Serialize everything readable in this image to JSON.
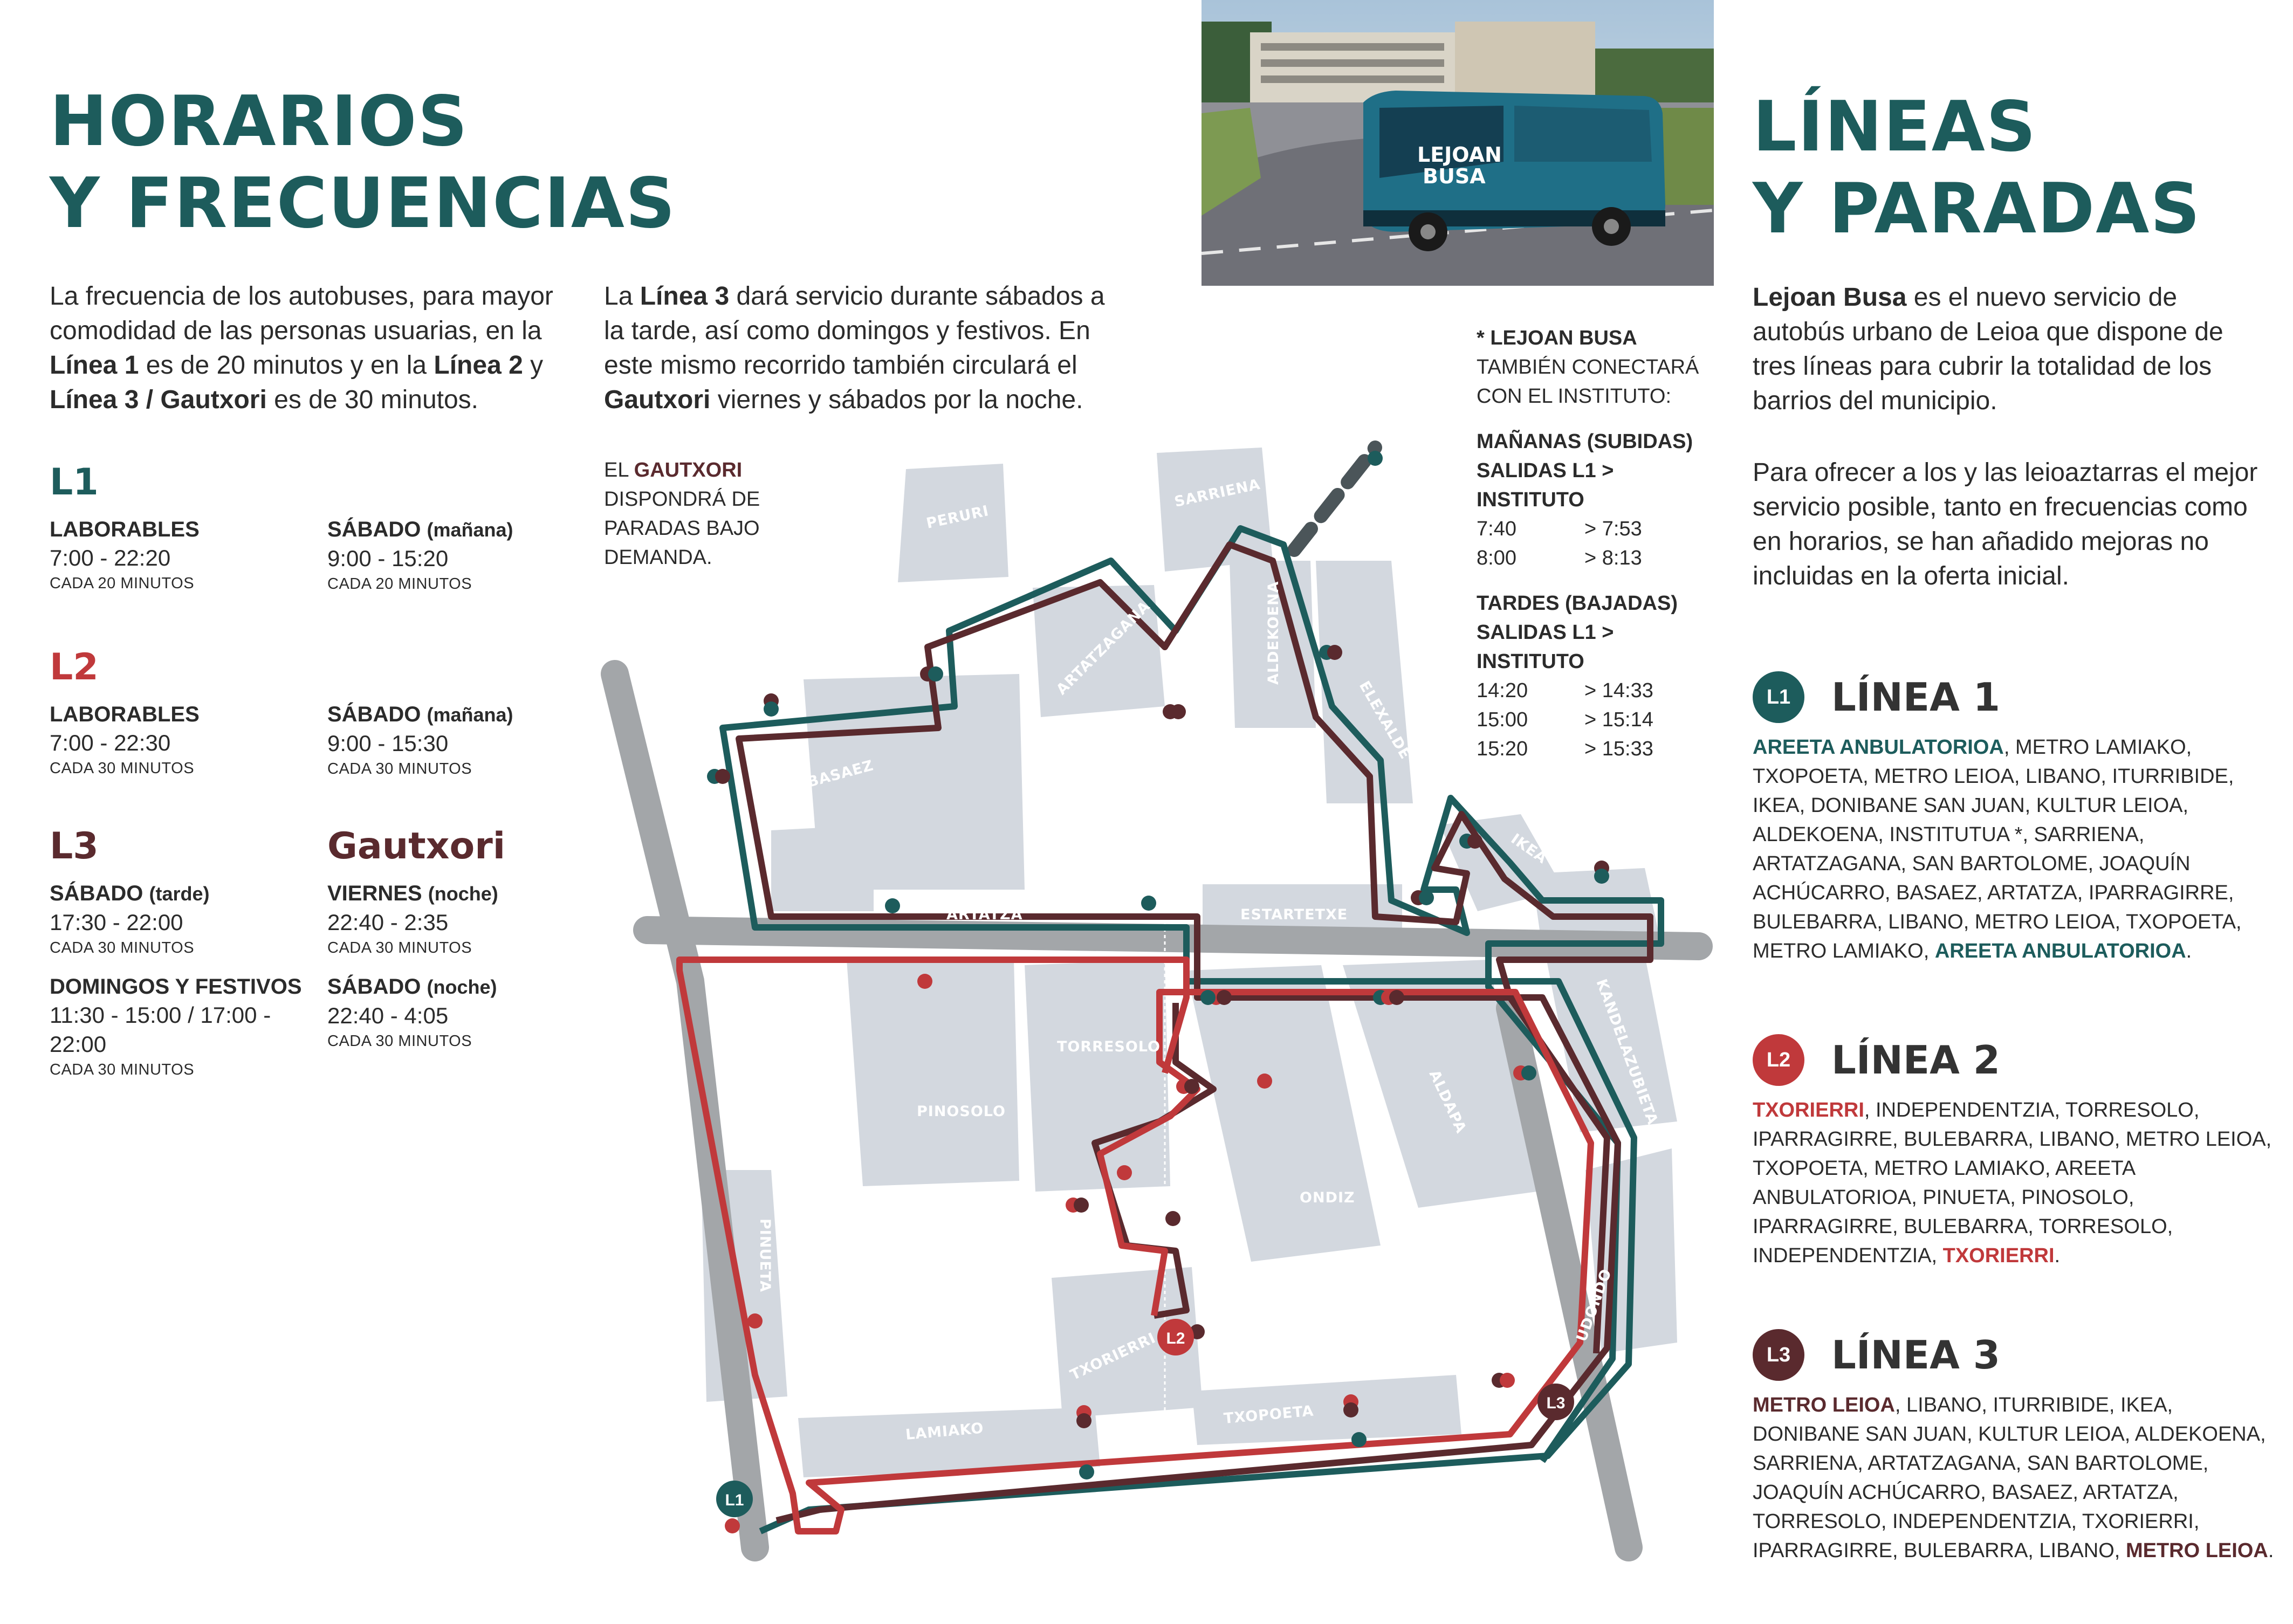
{
  "colors": {
    "teal": "#1d5c5c",
    "red": "#c0393b",
    "maroon": "#5a2a2e",
    "block": "#d3d8df",
    "road": "#a3a6a9"
  },
  "left": {
    "title_line1": "HORARIOS",
    "title_line2": "Y FRECUENCIAS",
    "intro": [
      {
        "text": "La frecuencia de los autobuses, para mayor comodidad de las personas usuarias, en la ",
        "bold": false
      },
      {
        "text": "Línea 1",
        "bold": true
      },
      {
        "text": " es de 20 minutos y en la ",
        "bold": false
      },
      {
        "text": "Línea 2",
        "bold": true
      },
      {
        "text": " y ",
        "bold": false
      },
      {
        "text": "Línea 3 / Gautxori",
        "bold": true
      },
      {
        "text": " es de 30 minutos.",
        "bold": false
      }
    ],
    "l1": {
      "title": "L1",
      "a_label": "LABORABLES",
      "a_time": "7:00 - 22:20",
      "a_freq": "CADA 20 MINUTOS",
      "b_label": "SÁBADO",
      "b_sub": "(mañana)",
      "b_time": "9:00 - 15:20",
      "b_freq": "CADA 20 MINUTOS"
    },
    "l2": {
      "title": "L2",
      "a_label": "LABORABLES",
      "a_time": "7:00 - 22:30",
      "a_freq": "CADA 30 MINUTOS",
      "b_label": "SÁBADO",
      "b_sub": "(mañana)",
      "b_time": "9:00 - 15:30",
      "b_freq": "CADA 30 MINUTOS"
    },
    "l3": {
      "title": "L3",
      "a_label": "SÁBADO",
      "a_sub": "(tarde)",
      "a_time": "17:30 - 22:00",
      "a_freq": "CADA 30 MINUTOS",
      "c_label": "DOMINGOS Y FESTIVOS",
      "c_time": "11:30 - 15:00 / 17:00 - 22:00",
      "c_freq": "CADA 30 MINUTOS"
    },
    "gautxori": {
      "title": "Gautxori",
      "a_label": "VIERNES",
      "a_sub": "(noche)",
      "a_time": "22:40 - 2:35",
      "a_freq": "CADA 30 MINUTOS",
      "b_label": "SÁBADO",
      "b_sub": "(noche)",
      "b_time": "22:40 - 4:05",
      "b_freq": "CADA 30 MINUTOS"
    }
  },
  "middle": {
    "intro": [
      {
        "text": "La ",
        "bold": false
      },
      {
        "text": "Línea 3",
        "bold": true
      },
      {
        "text": " dará servicio durante sábados a la tarde, así como domingos y festivos. En este mismo recorrido también circulará el ",
        "bold": false
      },
      {
        "text": "Gautxori",
        "bold": true
      },
      {
        "text": " viernes y sábados por la noche.",
        "bold": false
      }
    ],
    "note_prefix": "EL",
    "note_name": "GAUTXORI",
    "note_rest": "DISPONDRÁ DE PARADAS BAJO DEMANDA.",
    "instituto": {
      "heading": "* LEJOAN BUSA",
      "sub": "TAMBIÉN CONECTARÁ CON EL INSTITUTO:",
      "morning_title": "MAÑANAS (SUBIDAS)",
      "morning_head": "SALIDAS L1 > INSTITUTO",
      "morning_rows": [
        [
          "7:40",
          "> 7:53"
        ],
        [
          "8:00",
          "> 8:13"
        ]
      ],
      "evening_title": "TARDES (BAJADAS)",
      "evening_head": "SALIDAS L1 > INSTITUTO",
      "evening_rows": [
        [
          "14:20",
          "> 14:33"
        ],
        [
          "15:00",
          "> 15:14"
        ],
        [
          "15:20",
          "> 15:33"
        ]
      ]
    }
  },
  "photo": {
    "bus_text_1": "LEJOAN",
    "bus_text_2": "BUSA"
  },
  "right": {
    "title_line1": "LÍNEAS",
    "title_line2": "Y PARADAS",
    "intro": [
      {
        "text": "Lejoan Busa",
        "bold": true
      },
      {
        "text": " es el nuevo servicio de autobús urbano de Leioa que dispone de tres líneas para cubrir la totalidad de los barrios del municipio.",
        "bold": false
      }
    ],
    "intro2": "Para ofrecer a los y las leioaztarras el mejor servicio posible, tanto en frecuencias como en horarios, se han añadido mejoras no incluidas en la oferta inicial.",
    "lines": [
      {
        "badge": "L1",
        "title": "LÍNEA 1",
        "start": "AREETA ANBULATORIOA",
        "middle": ", METRO LAMIAKO, TXOPOETA, METRO LEIOA, LIBANO, ITURRIBIDE, IKEA, DONIBANE SAN JUAN, KULTUR LEIOA, ALDEKOENA, INSTITUTUA *, SARRIENA, ARTATZAGANA, SAN BARTOLOME, JOAQUÍN ACHÚCARRO, BASAEZ, ARTATZA, IPARRAGIRRE, BULEBARRA, LIBANO, METRO LEIOA, TXOPOETA, METRO LAMIAKO, ",
        "end": "AREETA ANBULATORIOA",
        "tail": "."
      },
      {
        "badge": "L2",
        "title": "LÍNEA 2",
        "start": "TXORIERRI",
        "middle": ", INDEPENDENTZIA, TORRESOLO, IPARRAGIRRE, BULEBARRA, LIBANO, METRO LEIOA, TXOPOETA, METRO LAMIAKO, AREETA ANBULATORIOA, PINUETA, PINOSOLO, IPARRAGIRRE, BULEBARRA, TORRESOLO, INDEPENDENTZIA, ",
        "end": "TXORIERRI",
        "tail": "."
      },
      {
        "badge": "L3",
        "title": "LÍNEA 3",
        "start": "METRO LEIOA",
        "middle": ", LIBANO, ITURRIBIDE, IKEA, DONIBANE SAN JUAN, KULTUR LEIOA, ALDEKOENA, SARRIENA, ARTATZAGANA, SAN BARTOLOME, JOAQUÍN ACHÚCARRO, BASAEZ, ARTATZA, TORRESOLO, INDEPENDENTZIA, TXORIERRI, IPARRAGIRRE, BULEBARRA, LIBANO, ",
        "end": "METRO LEIOA",
        "tail": "."
      }
    ]
  },
  "map": {
    "districts": [
      "PERURI",
      "SARRIENA",
      "ARTATZAGANA",
      "ALDEKOENA",
      "ELEXALDE",
      "BASAEZ",
      "IKEA",
      "ARTATZA",
      "ESTARTETXE",
      "TORRESOLO",
      "PINOSOLO",
      "ALDAPA",
      "KANDELAZUBIETA",
      "ONDIZ",
      "PINUETA",
      "UDONDO",
      "TXORIERRI",
      "LAMIAKO",
      "TXOPOETA"
    ],
    "terminals": [
      "L1",
      "L2",
      "L3"
    ]
  }
}
